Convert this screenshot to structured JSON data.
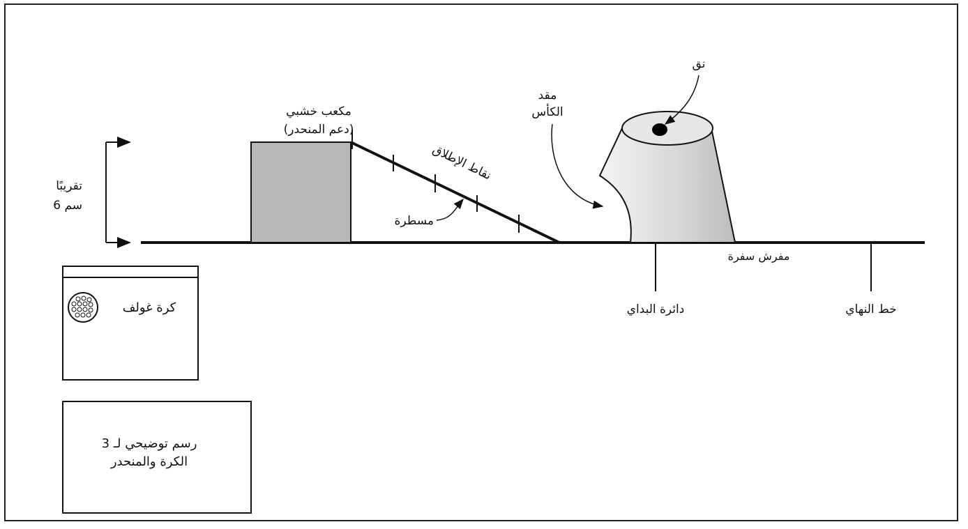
{
  "labels": {
    "block": [
      "مكعب خشبي",
      "(دعم المنحدر)"
    ],
    "height": [
      "تقريبًا",
      "6 سم"
    ],
    "launch_points": "نقاط الإطلاق",
    "ruler": "مسطرة",
    "cup_mouth": [
      "مقد",
      "الكأس"
    ],
    "dot": "نق",
    "tablecloth": "مفرش سفرة",
    "start_circle": "دائرة البداي",
    "finish_line": "خط النهاي",
    "golf_ball": "كرة غولف",
    "caption_line1": "رسم توضيحي   لـ   3",
    "caption_line2": "الكرة والمنحدر"
  },
  "colors": {
    "block_fill": "#b9b9b9",
    "cup_fill": "#d8d8d8",
    "line": "#111111"
  }
}
